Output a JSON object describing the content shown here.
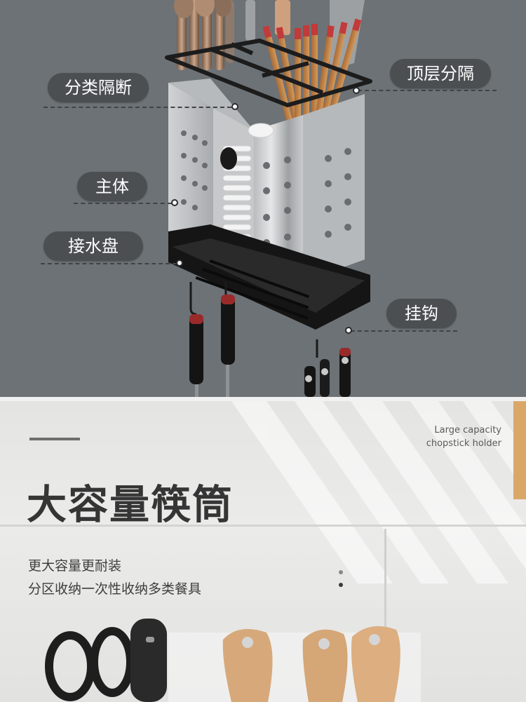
{
  "callouts": {
    "divider": "分类隔断",
    "top_layer": "顶层分隔",
    "body": "主体",
    "drip_tray": "接水盘",
    "hooks": "挂钩"
  },
  "banner": {
    "english_line1": "Large capacity",
    "english_line2": "chopstick holder",
    "headline": "大容量筷筒",
    "line1": "更大容量更耐装",
    "line2": "分区收纳一次性收纳多类餐具"
  },
  "colors": {
    "top_background": "#6c7276",
    "callout_pill": "#4b4f52",
    "headline_text": "#353535"
  }
}
